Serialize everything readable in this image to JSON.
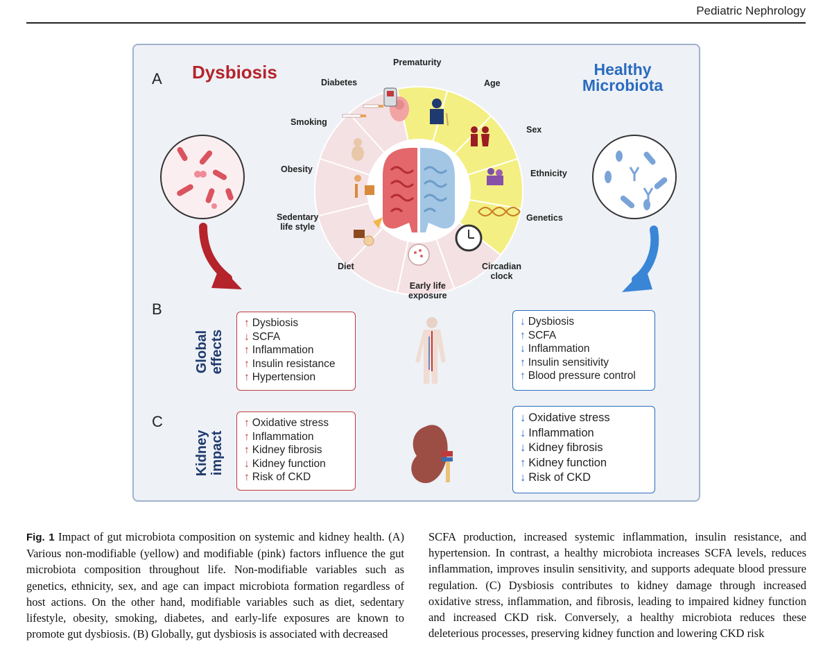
{
  "header": {
    "journal": "Pediatric Nephrology"
  },
  "figure": {
    "panel_a": "A",
    "panel_b": "B",
    "panel_c": "C",
    "dysbiosis_title": "Dysbiosis",
    "healthy_title_line1": "Healthy",
    "healthy_title_line2": "Microbiota",
    "factors": {
      "prematurity": "Prematurity",
      "age": "Age",
      "sex": "Sex",
      "ethnicity": "Ethnicity",
      "genetics": "Genetics",
      "circadian_line1": "Circadian",
      "circadian_line2": "clock",
      "early_line1": "Early life",
      "early_line2": "exposure",
      "diet": "Diet",
      "sedentary_line1": "Sedentary",
      "sedentary_line2": "life style",
      "obesity": "Obesity",
      "smoking": "Smoking",
      "diabetes": "Diabetes"
    },
    "global_effects_line1": "Global",
    "global_effects_line2": "effects",
    "kidney_impact_line1": "Kidney",
    "kidney_impact_line2": "impact",
    "global_dysbiosis": [
      {
        "arrow": "↑",
        "text": "Dysbiosis"
      },
      {
        "arrow": "↓",
        "text": "SCFA"
      },
      {
        "arrow": "↑",
        "text": "Inflammation"
      },
      {
        "arrow": "↑",
        "text": "Insulin resistance"
      },
      {
        "arrow": "↑",
        "text": "Hypertension"
      }
    ],
    "global_healthy": [
      {
        "arrow": "↓",
        "text": "Dysbiosis"
      },
      {
        "arrow": "↑",
        "text": "SCFA"
      },
      {
        "arrow": "↓",
        "text": "Inflammation"
      },
      {
        "arrow": "↑",
        "text": "Insulin sensitivity"
      },
      {
        "arrow": "↑",
        "text": "Blood pressure control"
      }
    ],
    "kidney_dysbiosis": [
      {
        "arrow": "↑",
        "text": "Oxidative stress"
      },
      {
        "arrow": "↑",
        "text": "Inflammation"
      },
      {
        "arrow": "↑",
        "text": "Kidney fibrosis"
      },
      {
        "arrow": "↓",
        "text": "Kidney function"
      },
      {
        "arrow": "↑",
        "text": "Risk of CKD"
      }
    ],
    "kidney_healthy": [
      {
        "arrow": "↓",
        "text": "Oxidative stress"
      },
      {
        "arrow": "↓",
        "text": "Inflammation"
      },
      {
        "arrow": "↓",
        "text": "Kidney fibrosis"
      },
      {
        "arrow": "↑",
        "text": "Kidney function"
      },
      {
        "arrow": "↓",
        "text": "Risk of CKD"
      }
    ],
    "colors": {
      "dysbiosis_red": "#b5232b",
      "healthy_blue": "#2a6bbf",
      "non_modifiable_yellow": "#f3ef82",
      "modifiable_pink": "#f4e1e3",
      "panel_bg": "#eef1f6"
    }
  },
  "caption": {
    "label": "Fig. 1",
    "left": " Impact of gut microbiota composition on systemic and kidney health. (A) Various non-modifiable (yellow) and modifiable (pink) factors influence the gut microbiota composition throughout life. Non-modifiable variables such as genetics, ethnicity, sex, and age can impact microbiota formation regardless of host actions. On the other hand, modifiable variables such as diet, sedentary lifestyle, obesity, smoking, diabetes, and early-life exposures are known to promote gut dysbiosis. (B) Globally, gut dysbiosis is associated with decreased",
    "right": "SCFA production, increased systemic inflammation, insulin resistance, and hypertension. In contrast, a healthy microbiota increases SCFA levels, reduces inflammation, improves insulin sensitivity, and supports adequate blood pressure regulation. (C) Dysbiosis contributes to kidney damage through increased oxidative stress, inflammation, and fibrosis, leading to impaired kidney function and increased CKD risk. Conversely, a healthy microbiota reduces these deleterious processes, preserving kidney function and lowering CKD risk"
  }
}
